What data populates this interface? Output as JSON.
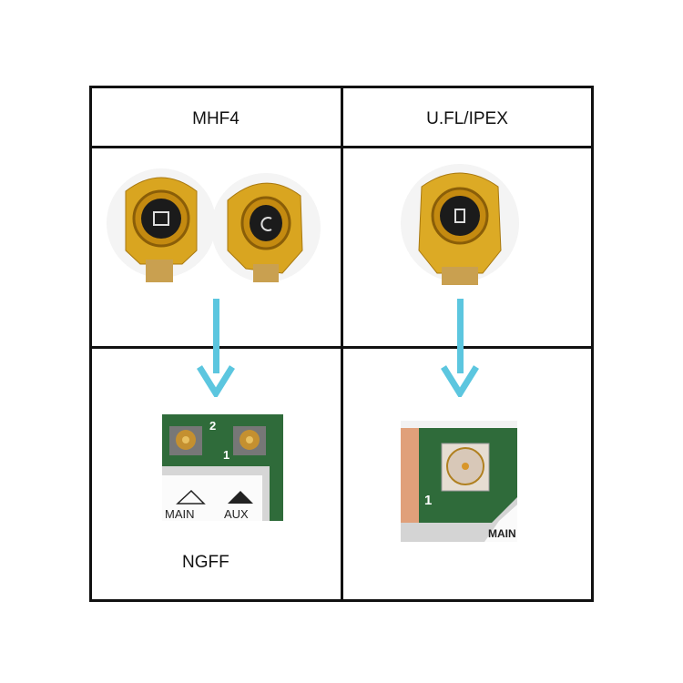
{
  "headers": {
    "left": "MHF4",
    "right": "U.FL/IPEX"
  },
  "left_board": {
    "labels": {
      "conn2": "2",
      "conn1": "1",
      "main": "MAIN",
      "aux": "AUX"
    },
    "caption": "NGFF"
  },
  "right_board": {
    "labels": {
      "conn1": "1",
      "main": "MAIN"
    }
  },
  "colors": {
    "arrow": "#5cc6df",
    "gold": "#d9a520",
    "pcb": "#2f6b3a",
    "border": "#111111"
  }
}
